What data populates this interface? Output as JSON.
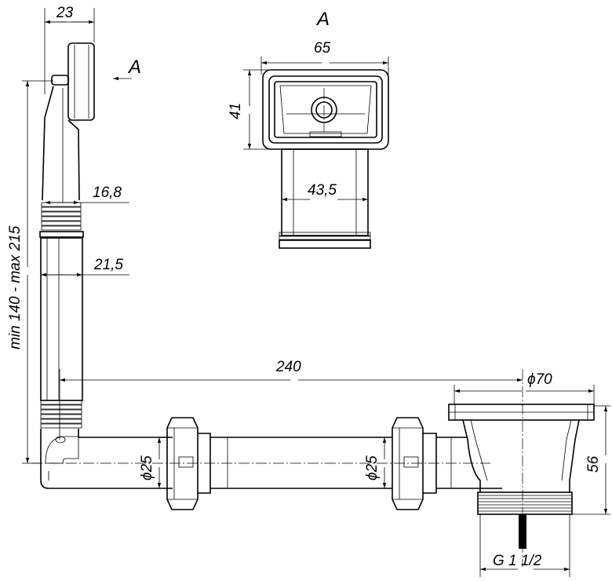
{
  "labels": {
    "dim_width_23": "23",
    "view_arrow_label": "A",
    "view_title": "A",
    "dim_65": "65",
    "dim_41": "41",
    "dim_43_5": "43,5",
    "dim_16_8": "16,8",
    "dim_21_5": "21,5",
    "dim_height_range": "min 140 - max 215",
    "dim_240": "240",
    "dim_phi70": "ϕ70",
    "dim_phi25_left": "ϕ25",
    "dim_phi25_right": "ϕ25",
    "dim_56": "56",
    "dim_thread": "G 1 1/2"
  }
}
